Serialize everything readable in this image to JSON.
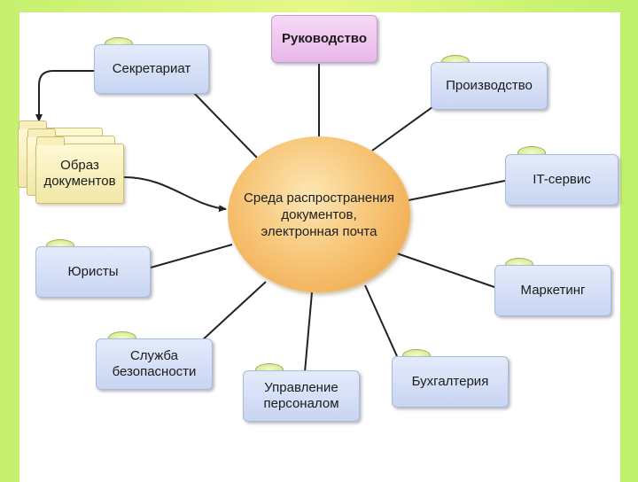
{
  "diagram": {
    "center": {
      "label": "Среда распространения документов, электронная почта"
    },
    "document_image": {
      "label": "Образ документов"
    },
    "nodes": [
      {
        "id": "leadership",
        "label": "Руководство"
      },
      {
        "id": "secretariat",
        "label": "Секретариат"
      },
      {
        "id": "production",
        "label": "Производство"
      },
      {
        "id": "it-service",
        "label": "IT-сервис"
      },
      {
        "id": "lawyers",
        "label": "Юристы"
      },
      {
        "id": "marketing",
        "label": "Маркетинг"
      },
      {
        "id": "security",
        "label": "Служба безопасности"
      },
      {
        "id": "hr",
        "label": "Управление персоналом"
      },
      {
        "id": "accounting",
        "label": "Бухгалтерия"
      }
    ]
  },
  "colors": {
    "background": "#d4f47a",
    "node_fill": "#d3def6",
    "lead_fill": "#ecc4ee",
    "center_fill": "#f5b55c",
    "folder_fill": "#f8f0c0",
    "tab_fill": "#e6f4a6",
    "connector": "#222222"
  }
}
